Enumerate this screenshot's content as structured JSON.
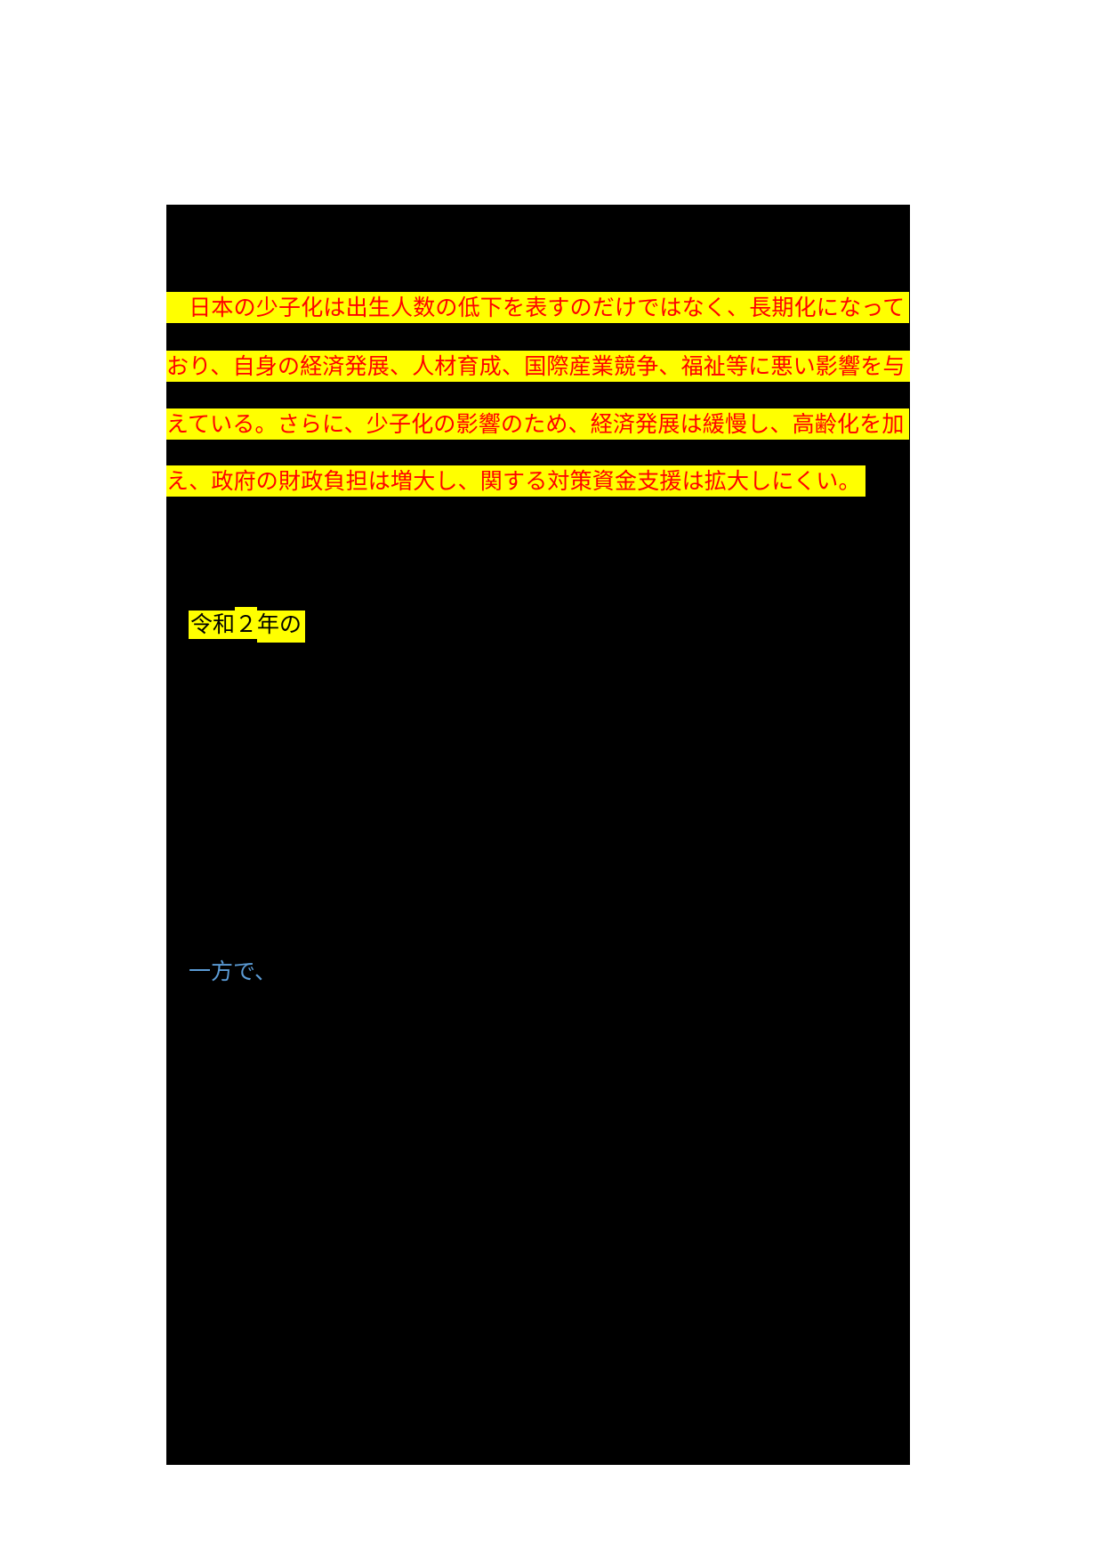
{
  "colors": {
    "page_background": "#ffffff",
    "canvas_background": "#000000",
    "highlight_yellow": "#ffff00",
    "highlighted_text_red": "#ff0000",
    "note_text_black": "#000000",
    "aside_text_blue": "#5b9bd5"
  },
  "document": {
    "highlighted_paragraph": {
      "lines": [
        "　日本の少子化は出生人数の低下を表すのだけではなく、長期化になって",
        "おり、自身の経済発展、人材育成、国際産業競争、福祉等に悪い影響を与",
        "えている。さらに、少子化の影響のため、経済発展は緩慢し、高齢化を加",
        "え、政府の財政負担は増大し、関する対策資金支援は拡大しにくい。"
      ]
    },
    "era_note": {
      "segments": [
        "令和",
        "２",
        "年の"
      ]
    },
    "aside_note": "一方で、"
  }
}
